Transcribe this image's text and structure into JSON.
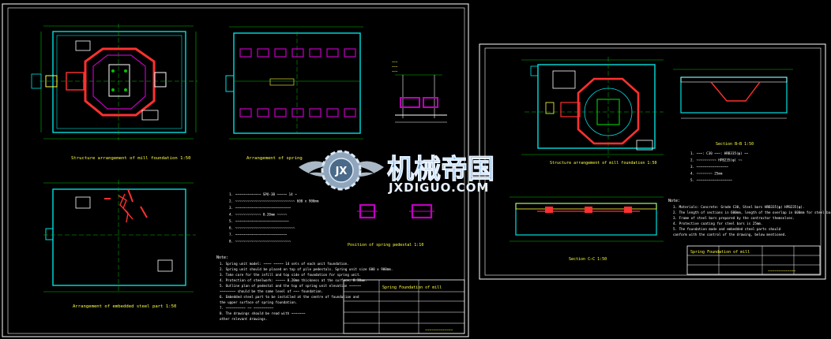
{
  "sheet1": {
    "title_mill": "Structure arrangement of mill foundation 1:50",
    "title_spring": "Arrangement of spring",
    "title_embedded": "Arrangement of embedded steel part 1:50",
    "notes_heading": "Note:",
    "notes": [
      "1. Spring unit model: ~~~~ ~~~~~ 14 sets of each unit foundation.",
      "2. Spring unit should be placed on top of pile pedestals. Spring unit size 600 x 900mm.",
      "3. Take care for the infill and top side of foundation for spring unit.",
      "4. Protection of steelwork: ~~~~~ 0.20mm thickness at the surface, 0.30mm.",
      "5. Outline plan of pedestal and the top of spring unit elevation ~~~~~~",
      "   ~~~~~~~~ should be the same level of ~~~ foundation.",
      "6. Embedded steel part to be installed at the centre of foundation and",
      "   the upper surface of spring foundation.",
      "7. ~~~~~~~~~~ ~~ ~~~~~~~~~~",
      "8. The drawings should be read with ~~~~~~~",
      "   other relevant drawings."
    ],
    "spring_caption": "Position of spring pedestal 1:10",
    "cn_notes": [
      "1. ~~~~~~~~~~~~~ SPO-3B ~~~~~ 14 ~",
      "2. ~~~~~~~~~~~~~~~~~~~~~~~~~~~~~~ 600 x 900mm",
      "3. ~~~~~~~~~~~~~~~~~~~~~~~~~~~~",
      "4. ~~~~~~~~~~~~~ 0.20mm ~~~~~",
      "5. ~~~~~~~~~~~~~~~~~~~~~~~~~~~",
      "6. ~~~~~~~~~~~~~~~~~~~~~~~~~~~~~~",
      "7. ~~~~~~~~~~~~~~~~~~~~~~~~~~",
      "8. ~~~~~~~~~~~~~~~~~~~~~~~~~~~~"
    ],
    "titleblock": "Spring Foundation of mill",
    "company": "~~~~~~~~~~~~~"
  },
  "sheet2": {
    "title_plan": "Structure arrangement of mill foundation 1:50",
    "section_bb": "Section B—B 1:50",
    "section_cc": "Section C—C 1:50",
    "notes_heading": "Note:",
    "notes": [
      "1. Materials: Concrete: Grade C30, Steel bars HRB335(ϕ) HPB235(φ).",
      "2. The length of sections in 600mm, length of the overlap in 600mm for steel bars.",
      "3. Frame of steel bars prepared by the contractor themselves.",
      "4. Protective coating for steel bars is 25mm.",
      "5. The foundation made and embedded steel parts should",
      "   conform with the control of the drawing, below mentioned."
    ],
    "cn_notes": [
      "1. ~~~: C30 ~~~: HRB335(ϕ) ~~",
      "2. ~~~~~~~~~~ HPB235(φ) ~~",
      "3. ~~~~~~~~~~~~~~~~",
      "4. ~~~~~~~~ 25mm",
      "5. ~~~~~~~~~~~~~~~~~~"
    ],
    "titleblock": "Spring Foundation of mill",
    "company": "~~~~~~~~~~~~~"
  },
  "watermark": {
    "badge": "JX",
    "cn": "机械帝国",
    "url": "JXDIGUO.COM"
  },
  "colors": {
    "background": "#000000",
    "frame": "#ffffff",
    "outline": "#00e0e0",
    "dimension": "#00c000",
    "pedestal": "#c000c0",
    "mill": "#ff3030",
    "text": "#ffff40",
    "watermark": "#2a8fd8"
  }
}
